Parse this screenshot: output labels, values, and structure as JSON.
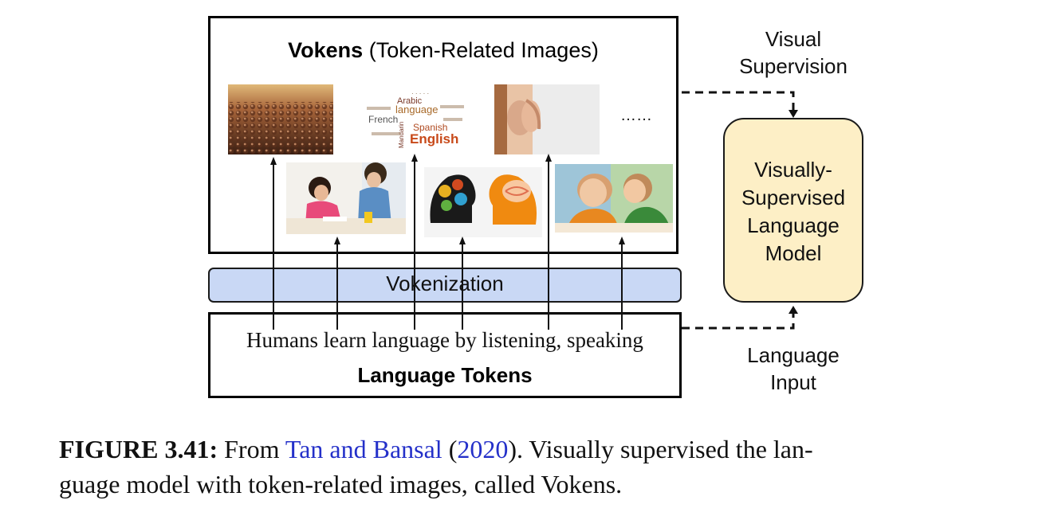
{
  "vokens_title_bold": "Vokens",
  "vokens_title_rest": " (Token-Related Images)",
  "ellipsis": "……",
  "vokenization_label": "Vokenization",
  "sentence": "Humans learn language by listening, speaking",
  "language_tokens_label": "Language Tokens",
  "visual_supervision": [
    "Visual",
    "Supervision"
  ],
  "vslm_label": [
    "Visually-",
    "Supervised",
    "Language",
    "Model"
  ],
  "language_input": [
    "Language",
    "Input"
  ],
  "caption": {
    "figure_label": "FIGURE 3.41:",
    "text_before": " From ",
    "cite_authors": "Tan and Bansal",
    "paren_open": " (",
    "cite_year": "2020",
    "paren_close": ")",
    "text_line1_rest": ". Visually supervised the lan-",
    "line2": "guage model with token-related images, called Vokens."
  },
  "word_cloud_words": [
    "Arabic",
    "language",
    "French",
    "Spanish",
    "English",
    "Mandarin"
  ]
}
